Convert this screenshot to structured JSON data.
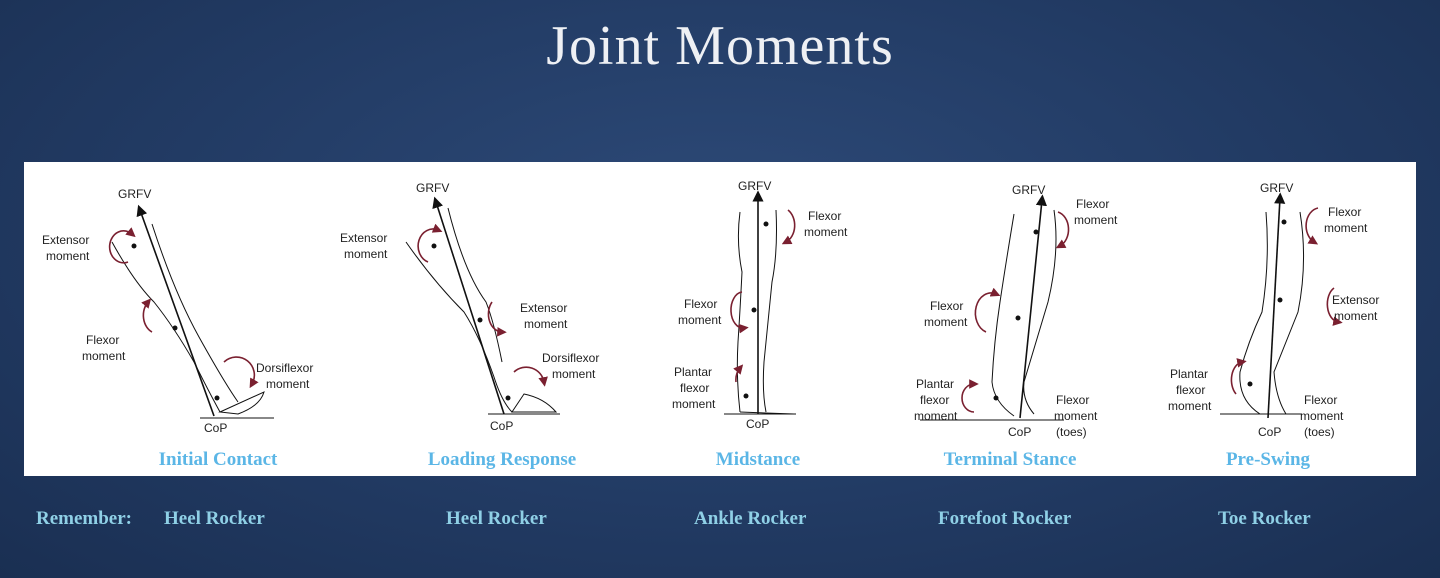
{
  "title": "Joint Moments",
  "colors": {
    "background": "#223b64",
    "phase_label": "#5bb6e6",
    "rocker_label": "#8fd0e6",
    "moment_arrow": "#7a2030"
  },
  "phases": [
    {
      "name": "Initial Contact",
      "labels": {
        "grfv": "GRFV",
        "cop": "CoP",
        "upper": [
          "Extensor",
          "moment"
        ],
        "middle": [
          "Flexor",
          "moment"
        ],
        "lower": [
          "Dorsiflexor",
          "moment"
        ]
      }
    },
    {
      "name": "Loading Response",
      "labels": {
        "grfv": "GRFV",
        "cop": "CoP",
        "upper": [
          "Extensor",
          "moment"
        ],
        "middle": [
          "Extensor",
          "moment"
        ],
        "lower": [
          "Dorsiflexor",
          "moment"
        ]
      }
    },
    {
      "name": "Midstance",
      "labels": {
        "grfv": "GRFV",
        "cop": "CoP",
        "upper": [
          "Flexor",
          "moment"
        ],
        "middle": [
          "Flexor",
          "moment"
        ],
        "lower": [
          "Plantar",
          "flexor",
          "moment"
        ]
      }
    },
    {
      "name": "Terminal Stance",
      "labels": {
        "grfv": "GRFV",
        "cop": "CoP",
        "upper": [
          "Flexor",
          "moment"
        ],
        "middle": [
          "Flexor",
          "moment"
        ],
        "lower": [
          "Plantar",
          "flexor",
          "moment"
        ],
        "toes": [
          "Flexor",
          "moment",
          "(toes)"
        ]
      }
    },
    {
      "name": "Pre-Swing",
      "labels": {
        "grfv": "GRFV",
        "cop": "CoP",
        "upper": [
          "Flexor",
          "moment"
        ],
        "middle": [
          "Extensor",
          "moment"
        ],
        "lower": [
          "Plantar",
          "flexor",
          "moment"
        ],
        "toes": [
          "Flexor",
          "moment",
          "(toes)"
        ]
      }
    }
  ],
  "remember": {
    "prefix": "Remember:",
    "rockers": [
      "Heel Rocker",
      "Heel Rocker",
      "Ankle Rocker",
      "Forefoot Rocker",
      "Toe Rocker"
    ]
  }
}
